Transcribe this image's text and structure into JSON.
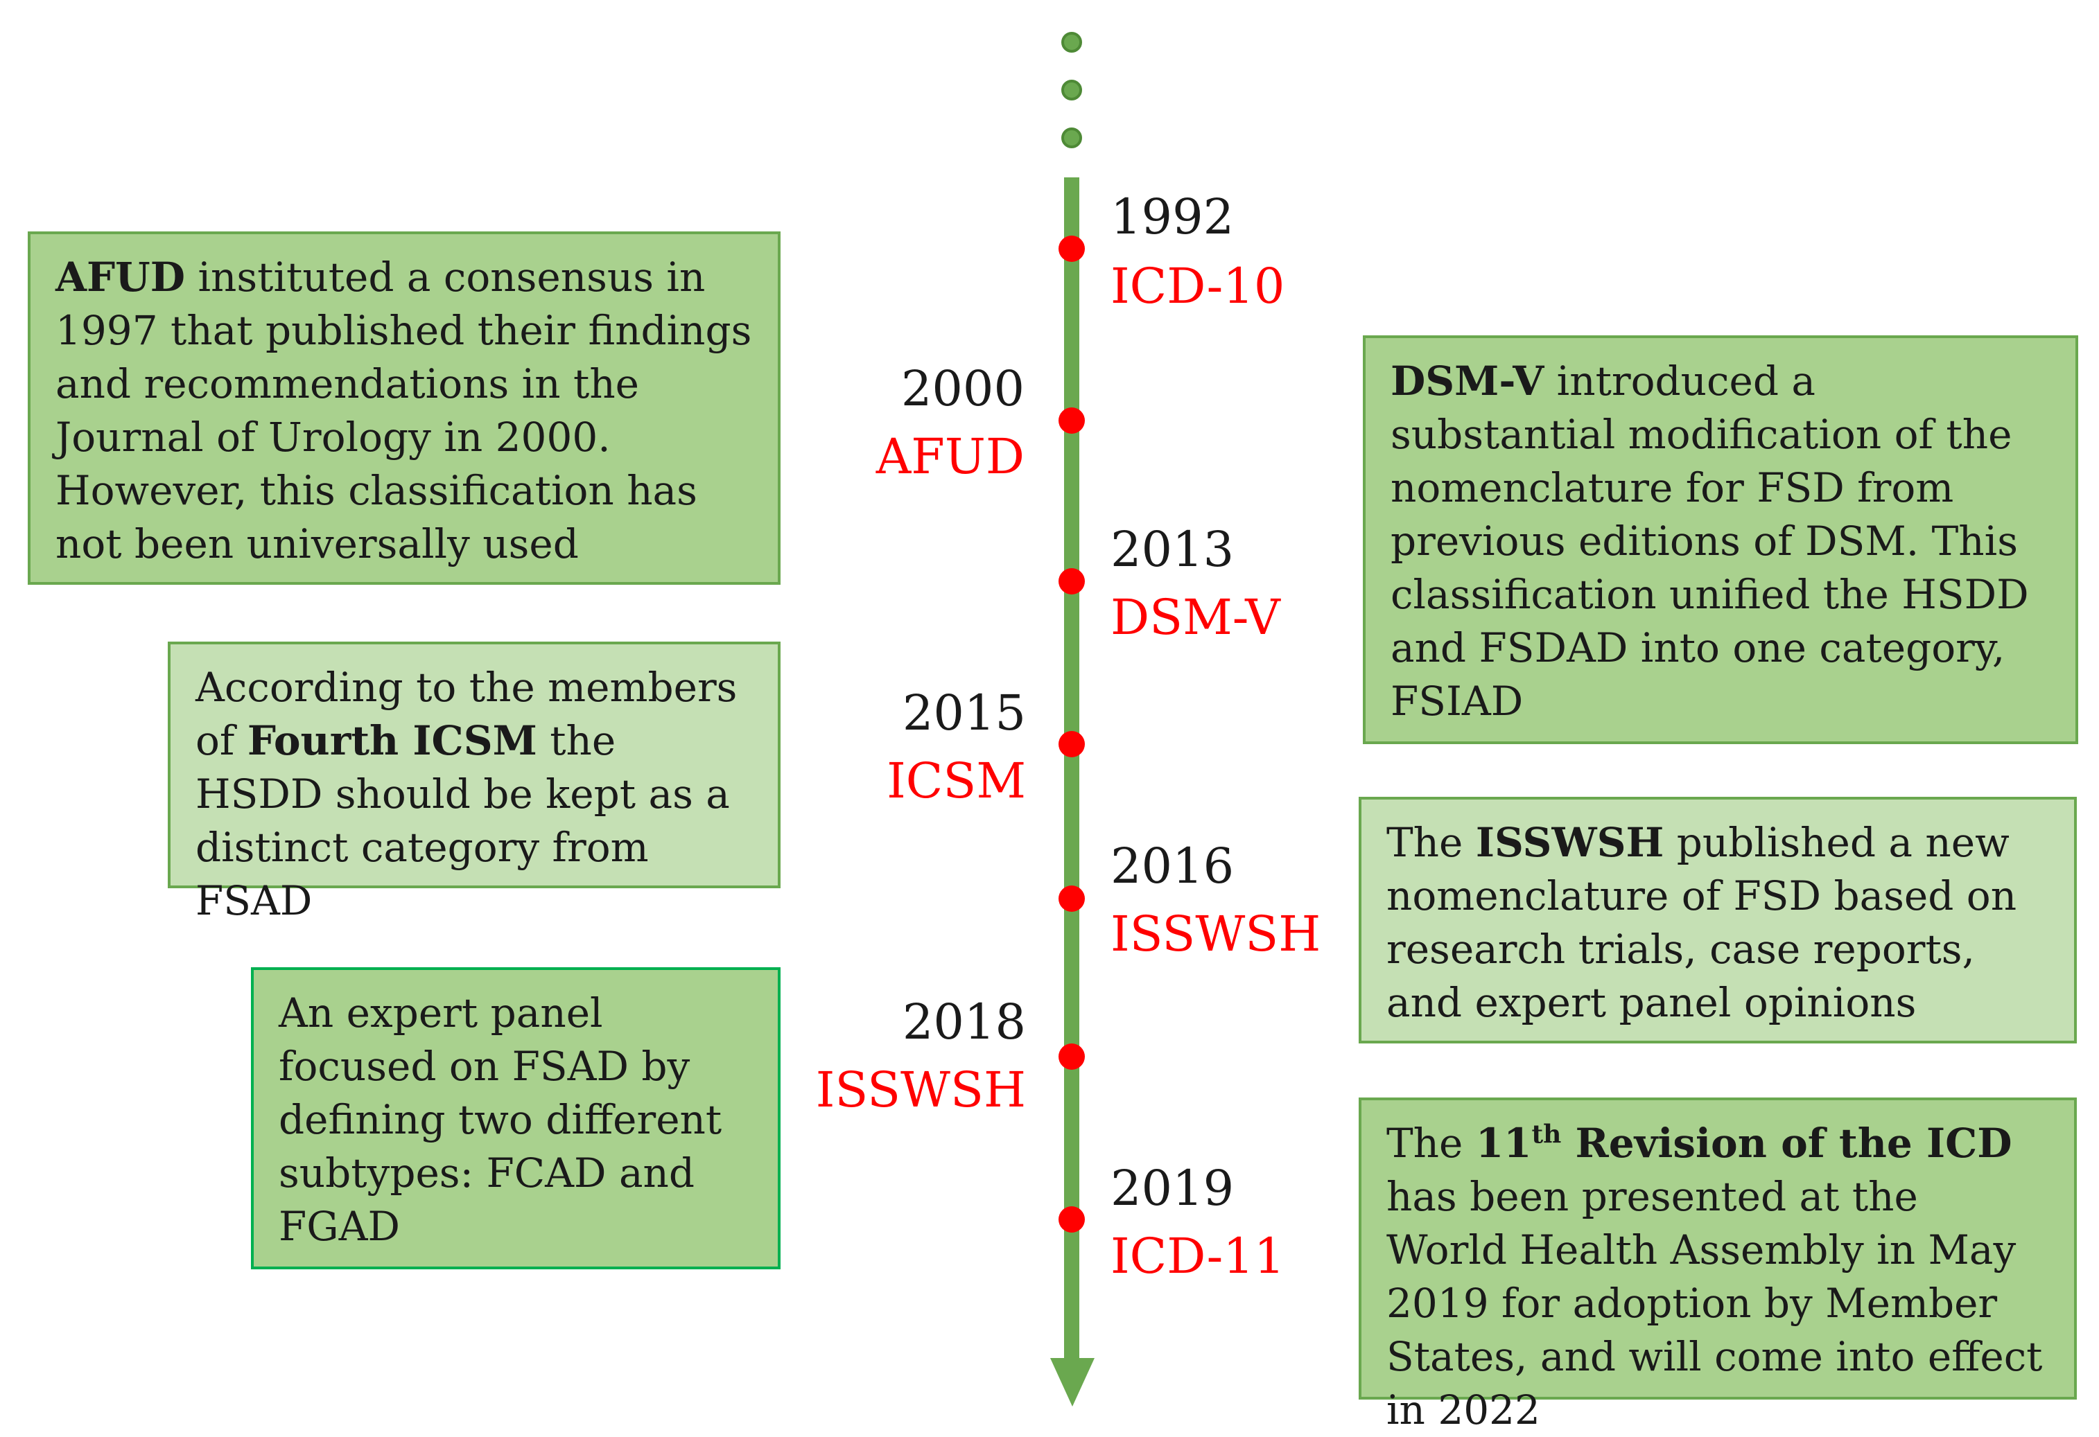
{
  "timeline": {
    "events": [
      {
        "year": "1992",
        "label": "ICD-10"
      },
      {
        "year": "2000",
        "label": "AFUD"
      },
      {
        "year": "2013",
        "label": "DSM-V"
      },
      {
        "year": "2015",
        "label": "ICSM"
      },
      {
        "year": "2016",
        "label": "ISSWSH"
      },
      {
        "year": "2018",
        "label": "ISSWSH"
      },
      {
        "year": "2019",
        "label": "ICD-11"
      }
    ]
  },
  "boxes": {
    "afud": {
      "bold": "AFUD",
      "text": " instituted a consensus in 1997 that published their findings and recommendations in the Journal of Urology in 2000. However, this classification has not been universally used"
    },
    "icsm": {
      "pre": "According to the members of ",
      "bold": "Fourth ICSM",
      "text": " the HSDD should be kept as a distinct category from FSAD"
    },
    "panel": {
      "text": "An expert panel focused on FSAD by defining two different subtypes: FCAD and FGAD"
    },
    "dsm": {
      "bold": "DSM-V",
      "text": " introduced a substantial modification of the nomenclature for FSD from previous editions of DSM. This classification unified the HSDD and FSDAD into one category, FSIAD"
    },
    "isswsh": {
      "pre": "The ",
      "bold": "ISSWSH",
      "text": " published a new nomenclature of FSD based on research trials, case reports, and expert panel opinions"
    },
    "icd11": {
      "pre": "The ",
      "bold_a": "11",
      "sup": "th",
      "bold_b": " Revision of the ICD",
      "text": " has been presented at the World Health Assembly in May 2019 for adoption by Member States, and will come into effect in 2022"
    }
  },
  "colors": {
    "axis": "#6aa84f",
    "marker": "#ff0000",
    "box_dark": "#a9d18e",
    "box_light": "#c5e0b4"
  }
}
